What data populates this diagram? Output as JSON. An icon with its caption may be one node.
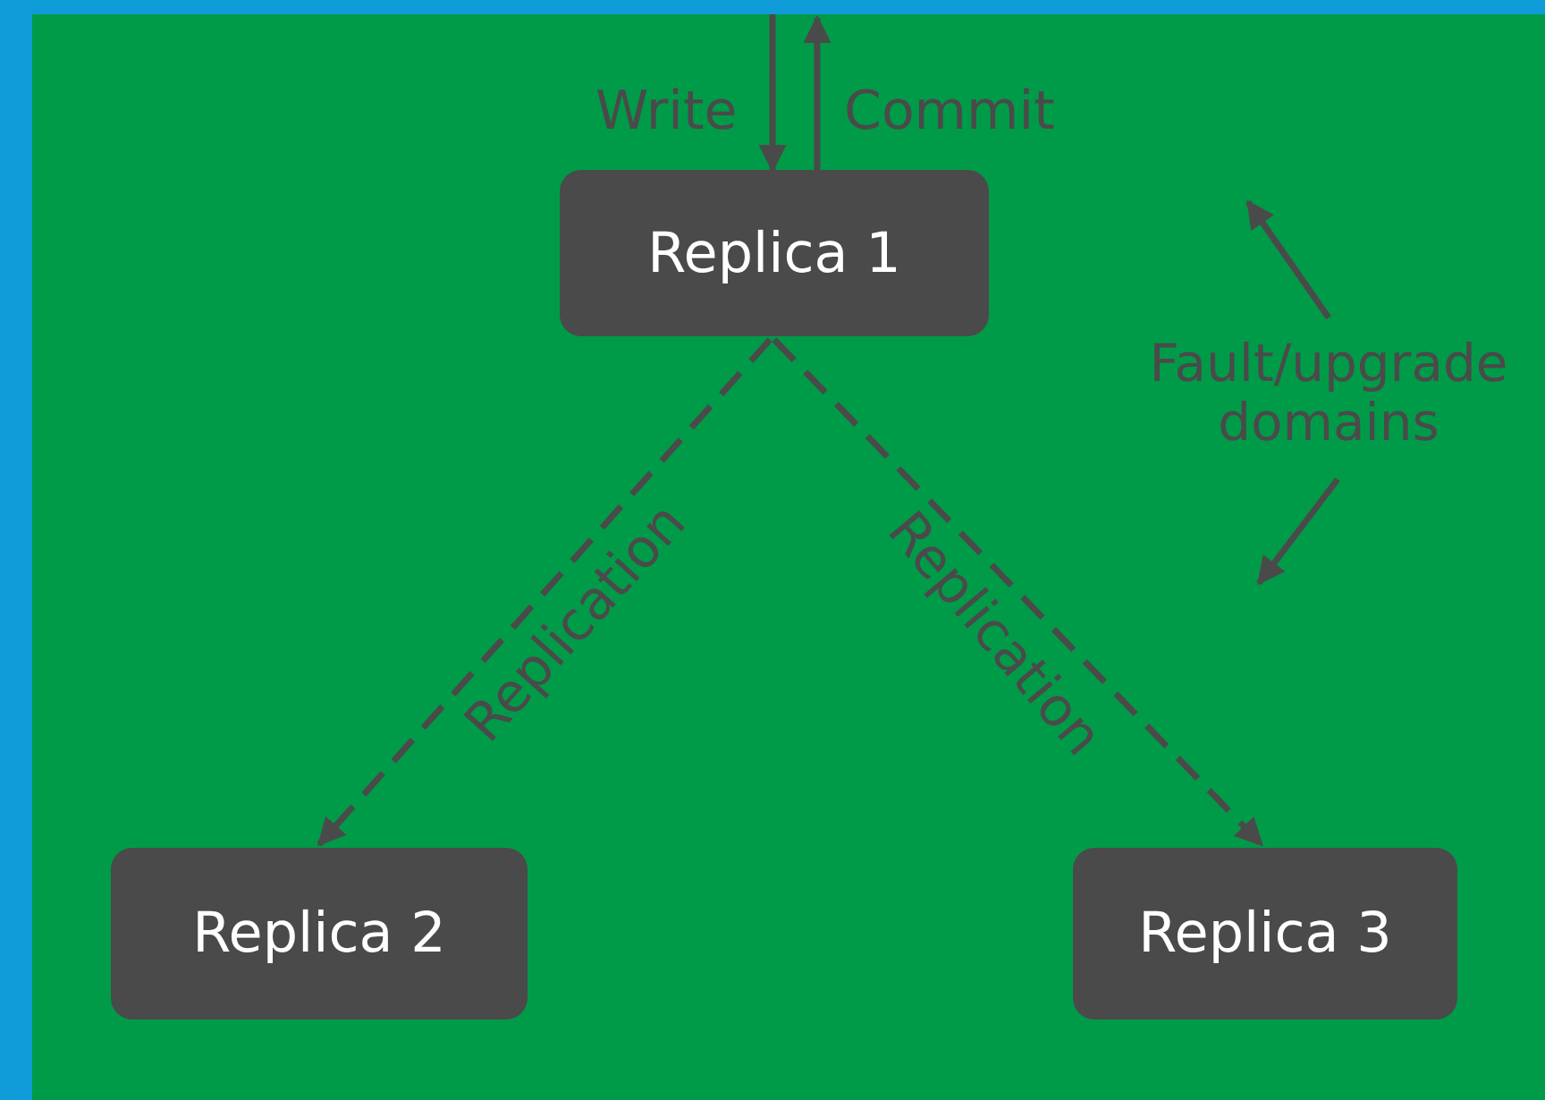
{
  "diagram": {
    "nodes": [
      {
        "text": [
          "Replica 1"
        ]
      },
      {
        "text": [
          "Replica 2"
        ]
      },
      {
        "text": [
          "Replica 3"
        ]
      },
      {
        "text": [
          "Fault/upgrade domains"
        ]
      }
    ],
    "edges": [
      {
        "from": null,
        "to": 0,
        "arrow": "to",
        "label": "Write"
      },
      {
        "from": 0,
        "to": null,
        "arrow": "to",
        "label": "Commit"
      },
      {
        "from": 0,
        "to": 1,
        "arrow": "to",
        "label": "Replication",
        "style": "dashed"
      },
      {
        "from": 0,
        "to": 2,
        "arrow": "to",
        "label": "Replication",
        "style": "dashed"
      },
      {
        "from": 3,
        "to": null,
        "arrow": "to"
      },
      {
        "from": 3,
        "to": null,
        "arrow": "to"
      }
    ]
  }
}
